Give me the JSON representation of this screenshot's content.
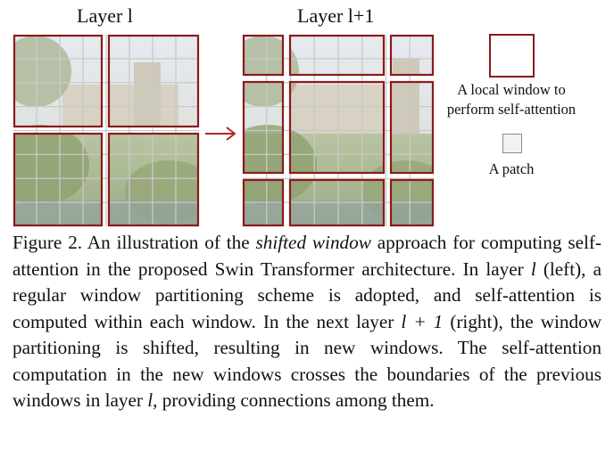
{
  "figure": {
    "left_title": "Layer l",
    "right_title": "Layer l+1",
    "legend": {
      "window_label_line1": "A local window to",
      "window_label_line2": "perform self-attention",
      "patch_label": "A patch"
    },
    "colors": {
      "window_border": "#8b1a1a",
      "patch_grid": "#c9c9c9",
      "arrow": "#b0252a"
    }
  },
  "caption": {
    "label": "Figure 2.",
    "text_1": " An illustration of the ",
    "emphasis": "shifted window",
    "text_2": " approach for computing self-attention in the proposed Swin Transformer architecture. In layer ",
    "var_l_1": "l",
    "text_3": " (left), a regular window partitioning scheme is adopted, and self-attention is computed within each window. In the next layer ",
    "var_l_2": "l + 1",
    "text_4": " (right), the window partitioning is shifted, resulting in new windows. The self-attention computation in the new windows crosses the boundaries of the previous windows in layer ",
    "var_l_3": "l",
    "text_5": ", providing connections among them."
  }
}
